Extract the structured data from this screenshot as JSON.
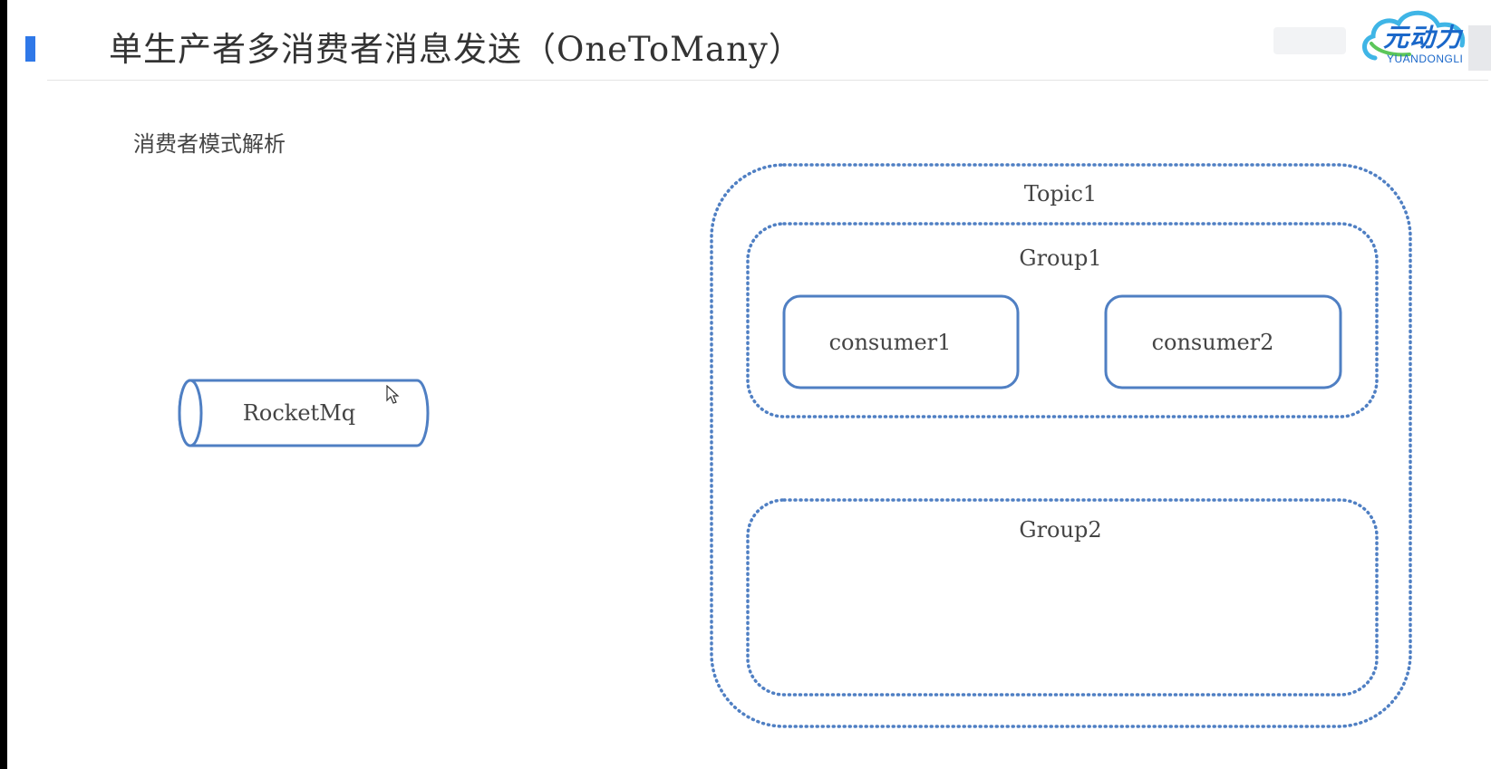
{
  "slide": {
    "title": "单生产者多消费者消息发送（OneToMany）",
    "subtitle": "消费者模式解析"
  },
  "logo": {
    "text": "元动力",
    "sub": "YUANDONGLI"
  },
  "diagram": {
    "broker": "RocketMq",
    "topic": "Topic1",
    "groups": [
      {
        "name": "Group1",
        "consumers": [
          "consumer1",
          "consumer2"
        ]
      },
      {
        "name": "Group2",
        "consumers": []
      }
    ],
    "colors": {
      "stroke": "#4f7fc3",
      "dotted": "#4f7fc3",
      "text": "#444444",
      "accent": "#2f78e8"
    }
  }
}
